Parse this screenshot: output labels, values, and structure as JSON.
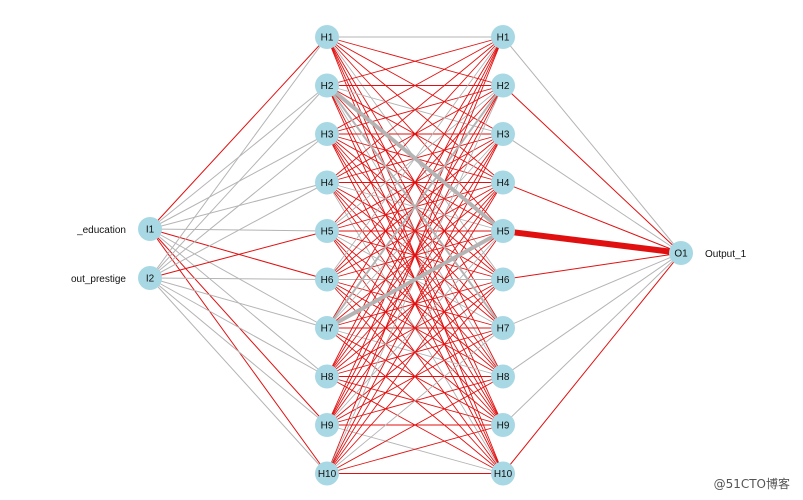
{
  "diagram": {
    "inputs": [
      {
        "id": "I1",
        "label": "I1",
        "name": "_education"
      },
      {
        "id": "I2",
        "label": "I2",
        "name": "out_prestige"
      }
    ],
    "hidden1": [
      "H1",
      "H2",
      "H3",
      "H4",
      "H5",
      "H6",
      "H7",
      "H8",
      "H9",
      "H10"
    ],
    "hidden2": [
      "H1",
      "H2",
      "H3",
      "H4",
      "H5",
      "H6",
      "H7",
      "H8",
      "H9",
      "H10"
    ],
    "outputs": [
      {
        "id": "O1",
        "label": "O1",
        "name": "Output_1"
      }
    ],
    "colors": {
      "node_fill": "#a8d8e4",
      "positive_edge": "#e01010",
      "negative_edge": "#b4b4b4"
    },
    "edges": {
      "input_hidden1": [
        [
          "I1",
          "H1",
          "pos",
          1
        ],
        [
          "I1",
          "H2",
          "neg",
          1
        ],
        [
          "I1",
          "H3",
          "neg",
          1
        ],
        [
          "I1",
          "H4",
          "neg",
          1
        ],
        [
          "I1",
          "H5",
          "neg",
          1
        ],
        [
          "I1",
          "H6",
          "pos",
          1
        ],
        [
          "I1",
          "H7",
          "neg",
          1
        ],
        [
          "I1",
          "H8",
          "neg",
          1
        ],
        [
          "I1",
          "H9",
          "pos",
          1
        ],
        [
          "I1",
          "H10",
          "pos",
          1
        ],
        [
          "I2",
          "H1",
          "neg",
          1
        ],
        [
          "I2",
          "H2",
          "neg",
          1
        ],
        [
          "I2",
          "H3",
          "neg",
          1
        ],
        [
          "I2",
          "H4",
          "neg",
          1
        ],
        [
          "I2",
          "H5",
          "pos",
          1
        ],
        [
          "I2",
          "H6",
          "neg",
          1
        ],
        [
          "I2",
          "H7",
          "neg",
          1
        ],
        [
          "I2",
          "H8",
          "neg",
          1
        ],
        [
          "I2",
          "H9",
          "neg",
          1
        ],
        [
          "I2",
          "H10",
          "neg",
          1
        ]
      ],
      "hidden2_output": [
        [
          "H1",
          "O1",
          "neg",
          1
        ],
        [
          "H2",
          "O1",
          "pos",
          1
        ],
        [
          "H3",
          "O1",
          "neg",
          1
        ],
        [
          "H4",
          "O1",
          "pos",
          1
        ],
        [
          "H5",
          "O1",
          "pos",
          6
        ],
        [
          "H6",
          "O1",
          "pos",
          1
        ],
        [
          "H7",
          "O1",
          "neg",
          1
        ],
        [
          "H8",
          "O1",
          "neg",
          1
        ],
        [
          "H9",
          "O1",
          "neg",
          1
        ],
        [
          "H10",
          "O1",
          "pos",
          1
        ]
      ],
      "hidden1_hidden2_thick": [
        [
          "H2",
          "H5",
          "neg",
          4
        ],
        [
          "H7",
          "H5",
          "neg",
          4
        ],
        [
          "H2",
          "H7",
          "neg",
          2
        ],
        [
          "H7",
          "H2",
          "neg",
          2
        ]
      ]
    },
    "watermark": "@51CTO博客"
  }
}
